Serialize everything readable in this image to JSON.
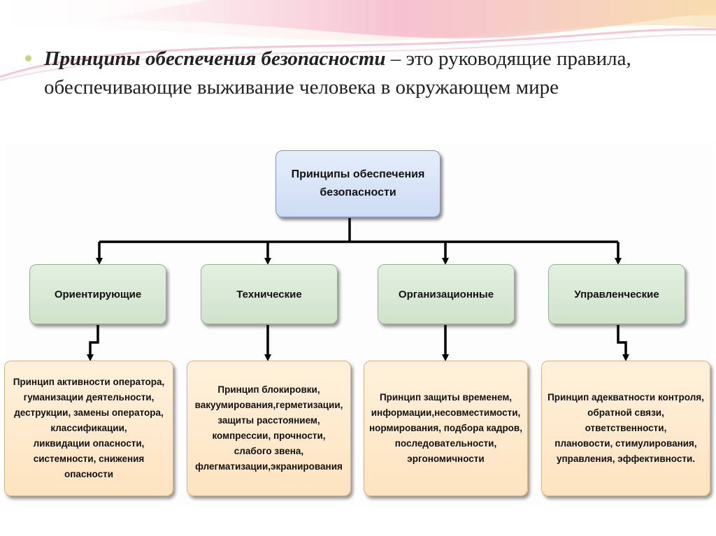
{
  "slide": {
    "intro_term": "Принципы обеспечения безопасности",
    "intro_rest": " – это руководящие правила, обеспечивающие выживание человека в окружающем мире"
  },
  "diagram": {
    "root": "Принципы обеспечения безопасности",
    "categories": [
      {
        "label": "Ориентирующие",
        "description": "Принцип активности оператора,\nгуманизации деятельности,\nдеструкции, замены оператора,\nклассификации,\nликвидации опасности,\nсистемности, снижения опасности"
      },
      {
        "label": "Технические",
        "description": "Принцип блокировки,\nвакуумирования,герметизации,\nзащиты расстоянием,\nкомпрессии, прочности,\nслабого звена,\nфлегматизации,экранирования"
      },
      {
        "label": "Организационные",
        "description": "Принцип защиты временем,\nинформации,несовместимости,\nнормирования, подбора кадров,\nпоследовательности,\nэргономичности"
      },
      {
        "label": "Управленческие",
        "description": "Принцип адекватности контроля,\nобратной связи, ответственности,\nплановости, стимулирования,\nуправления, эффективности."
      }
    ]
  },
  "colors": {
    "root_fill": "#d6e3f6",
    "category_fill": "#d8e9d5",
    "description_fill": "#fde8cb",
    "connector": "#000000"
  }
}
